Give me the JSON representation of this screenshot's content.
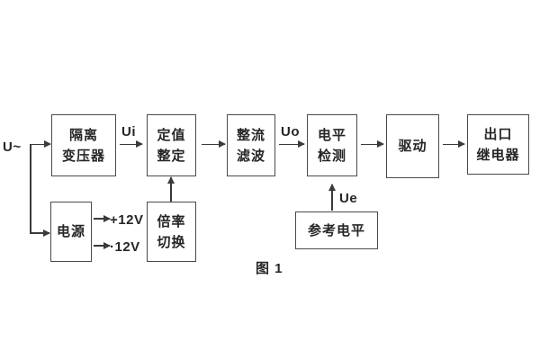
{
  "figure": {
    "caption": "图 1"
  },
  "blocks": {
    "isolation_transformer": {
      "line1": "隔离",
      "line2": "变压器"
    },
    "setpoint_setting": {
      "line1": "定值",
      "line2": "整定"
    },
    "rectifier_filter": {
      "line1": "整流",
      "line2": "滤波"
    },
    "level_detection": {
      "line1": "电平",
      "line2": "检测"
    },
    "drive": {
      "line1": "驱动"
    },
    "output_relay": {
      "line1": "出口",
      "line2": "继电器"
    },
    "power_supply": {
      "line1": "电源"
    },
    "ratio_switching": {
      "line1": "倍率",
      "line2": "切换"
    },
    "reference_level": {
      "line1": "参考电平"
    }
  },
  "signals": {
    "input": "U~",
    "ui": "Ui",
    "uo": "Uo",
    "ue": "Ue",
    "pos_rail": "+12V",
    "neg_rail": "·12V"
  },
  "colors": {
    "background": "#ffffff",
    "line": "#3a3a3a",
    "border": "#4a4a4a",
    "text": "#262626"
  }
}
